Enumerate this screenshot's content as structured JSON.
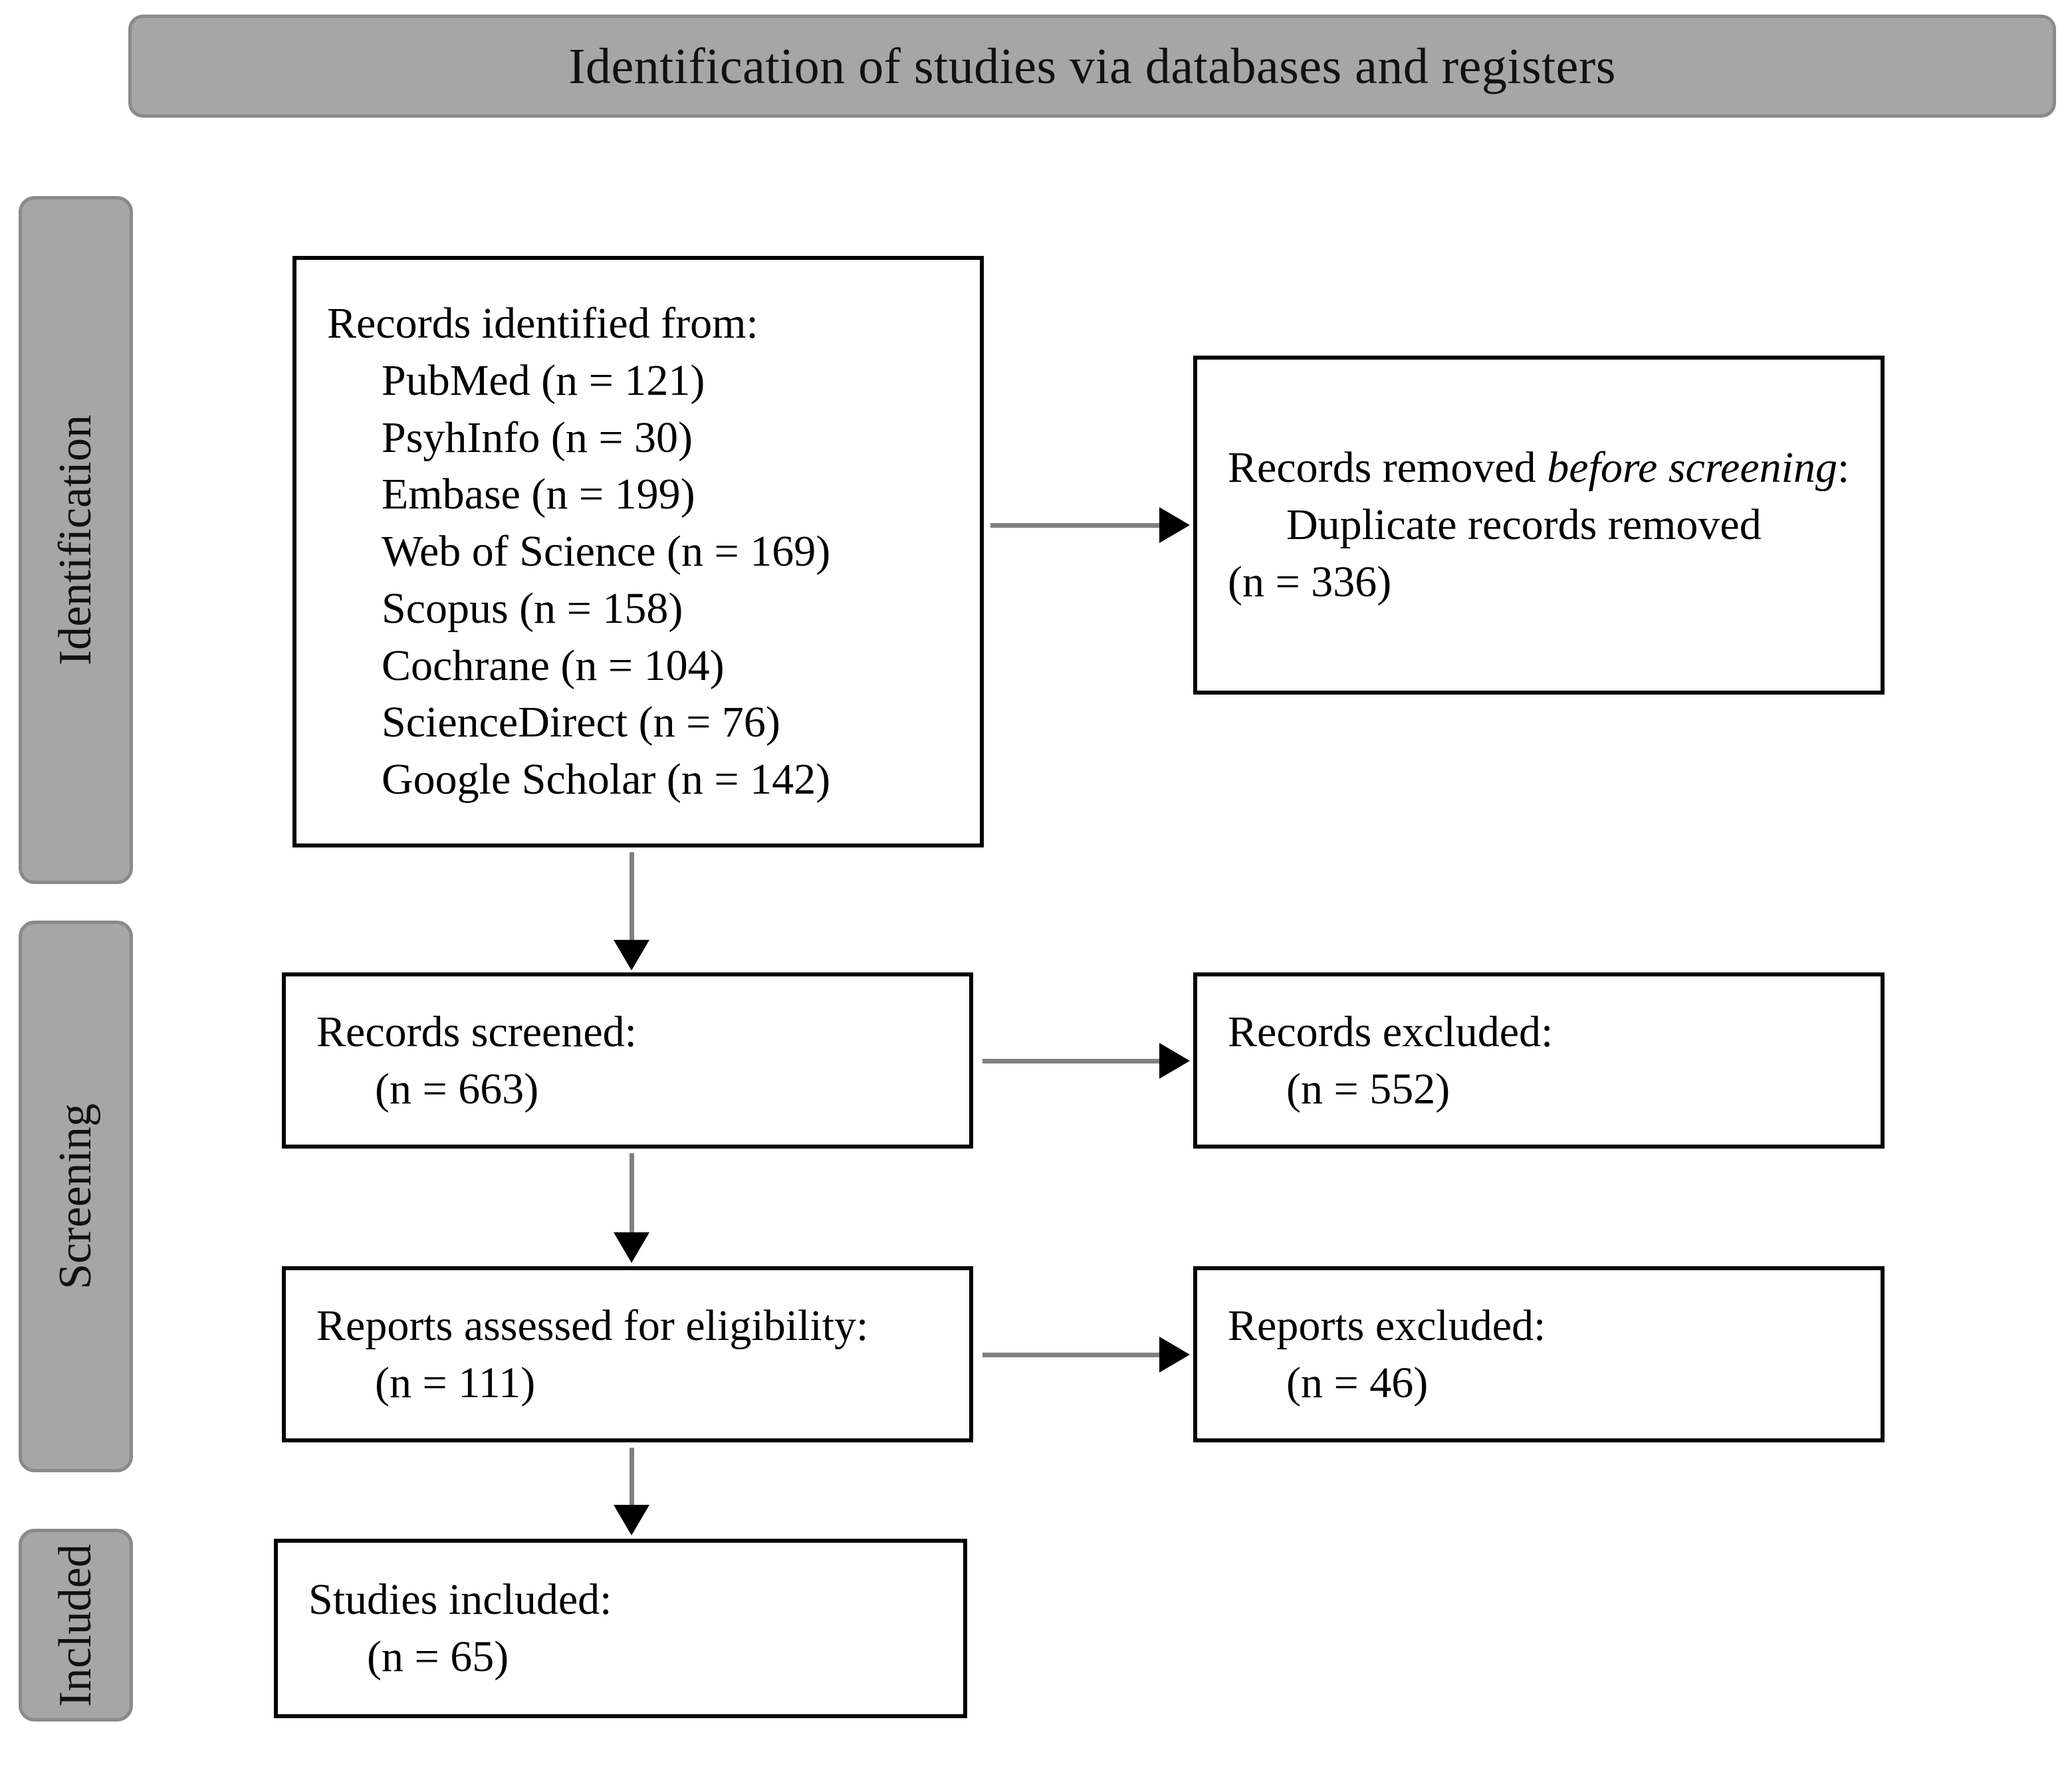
{
  "banner": {
    "title": "Identification of studies via databases and registers"
  },
  "stages": [
    {
      "id": "identification",
      "label": "Identification"
    },
    {
      "id": "screening",
      "label": "Screening"
    },
    {
      "id": "included",
      "label": "Included"
    }
  ],
  "boxes": {
    "records_identified": {
      "heading": "Records identified from:",
      "sources": [
        {
          "name": "PubMed",
          "count": "(n = 121)",
          "line": "PubMed (n = 121)"
        },
        {
          "name": "PsyhInfo",
          "count": "(n = 30)",
          "line": "PsyhInfo (n = 30)"
        },
        {
          "name": "Embase",
          "count": "(n = 199)",
          "line": "Embase (n = 199)"
        },
        {
          "name": "Web of Science",
          "count": "(n = 169)",
          "line": "Web of Science (n = 169)"
        },
        {
          "name": "Scopus",
          "count": "(n = 158)",
          "line": "Scopus (n = 158)"
        },
        {
          "name": "Cochrane",
          "count": "(n = 104)",
          "line": "Cochrane (n = 104)"
        },
        {
          "name": "ScienceDirect",
          "count": "(n = 76)",
          "line": "ScienceDirect (n = 76)"
        },
        {
          "name": "Google Scholar",
          "count": "(n = 142)",
          "line": "Google Scholar (n = 142)"
        }
      ]
    },
    "records_removed": {
      "heading_prefix": "Records removed ",
      "heading_italic": "before screening",
      "heading_suffix": ":",
      "detail": "Duplicate records removed",
      "count": "(n = 336)"
    },
    "records_screened": {
      "label": "Records screened:",
      "count": "(n = 663)"
    },
    "records_excluded": {
      "label": "Records excluded:",
      "count": "(n = 552)"
    },
    "reports_assessed": {
      "label": "Reports assessed for eligibility:",
      "count": "(n = 111)"
    },
    "reports_excluded": {
      "label": "Reports excluded:",
      "count": "(n = 46)"
    },
    "studies_included": {
      "label": "Studies included:",
      "count": "(n = 65)"
    }
  },
  "colors": {
    "stage_fill": "#a6a6a6",
    "stage_border": "#8a8a8a",
    "box_border": "#000000",
    "arrow_shaft": "#808080",
    "arrow_head": "#000000"
  }
}
